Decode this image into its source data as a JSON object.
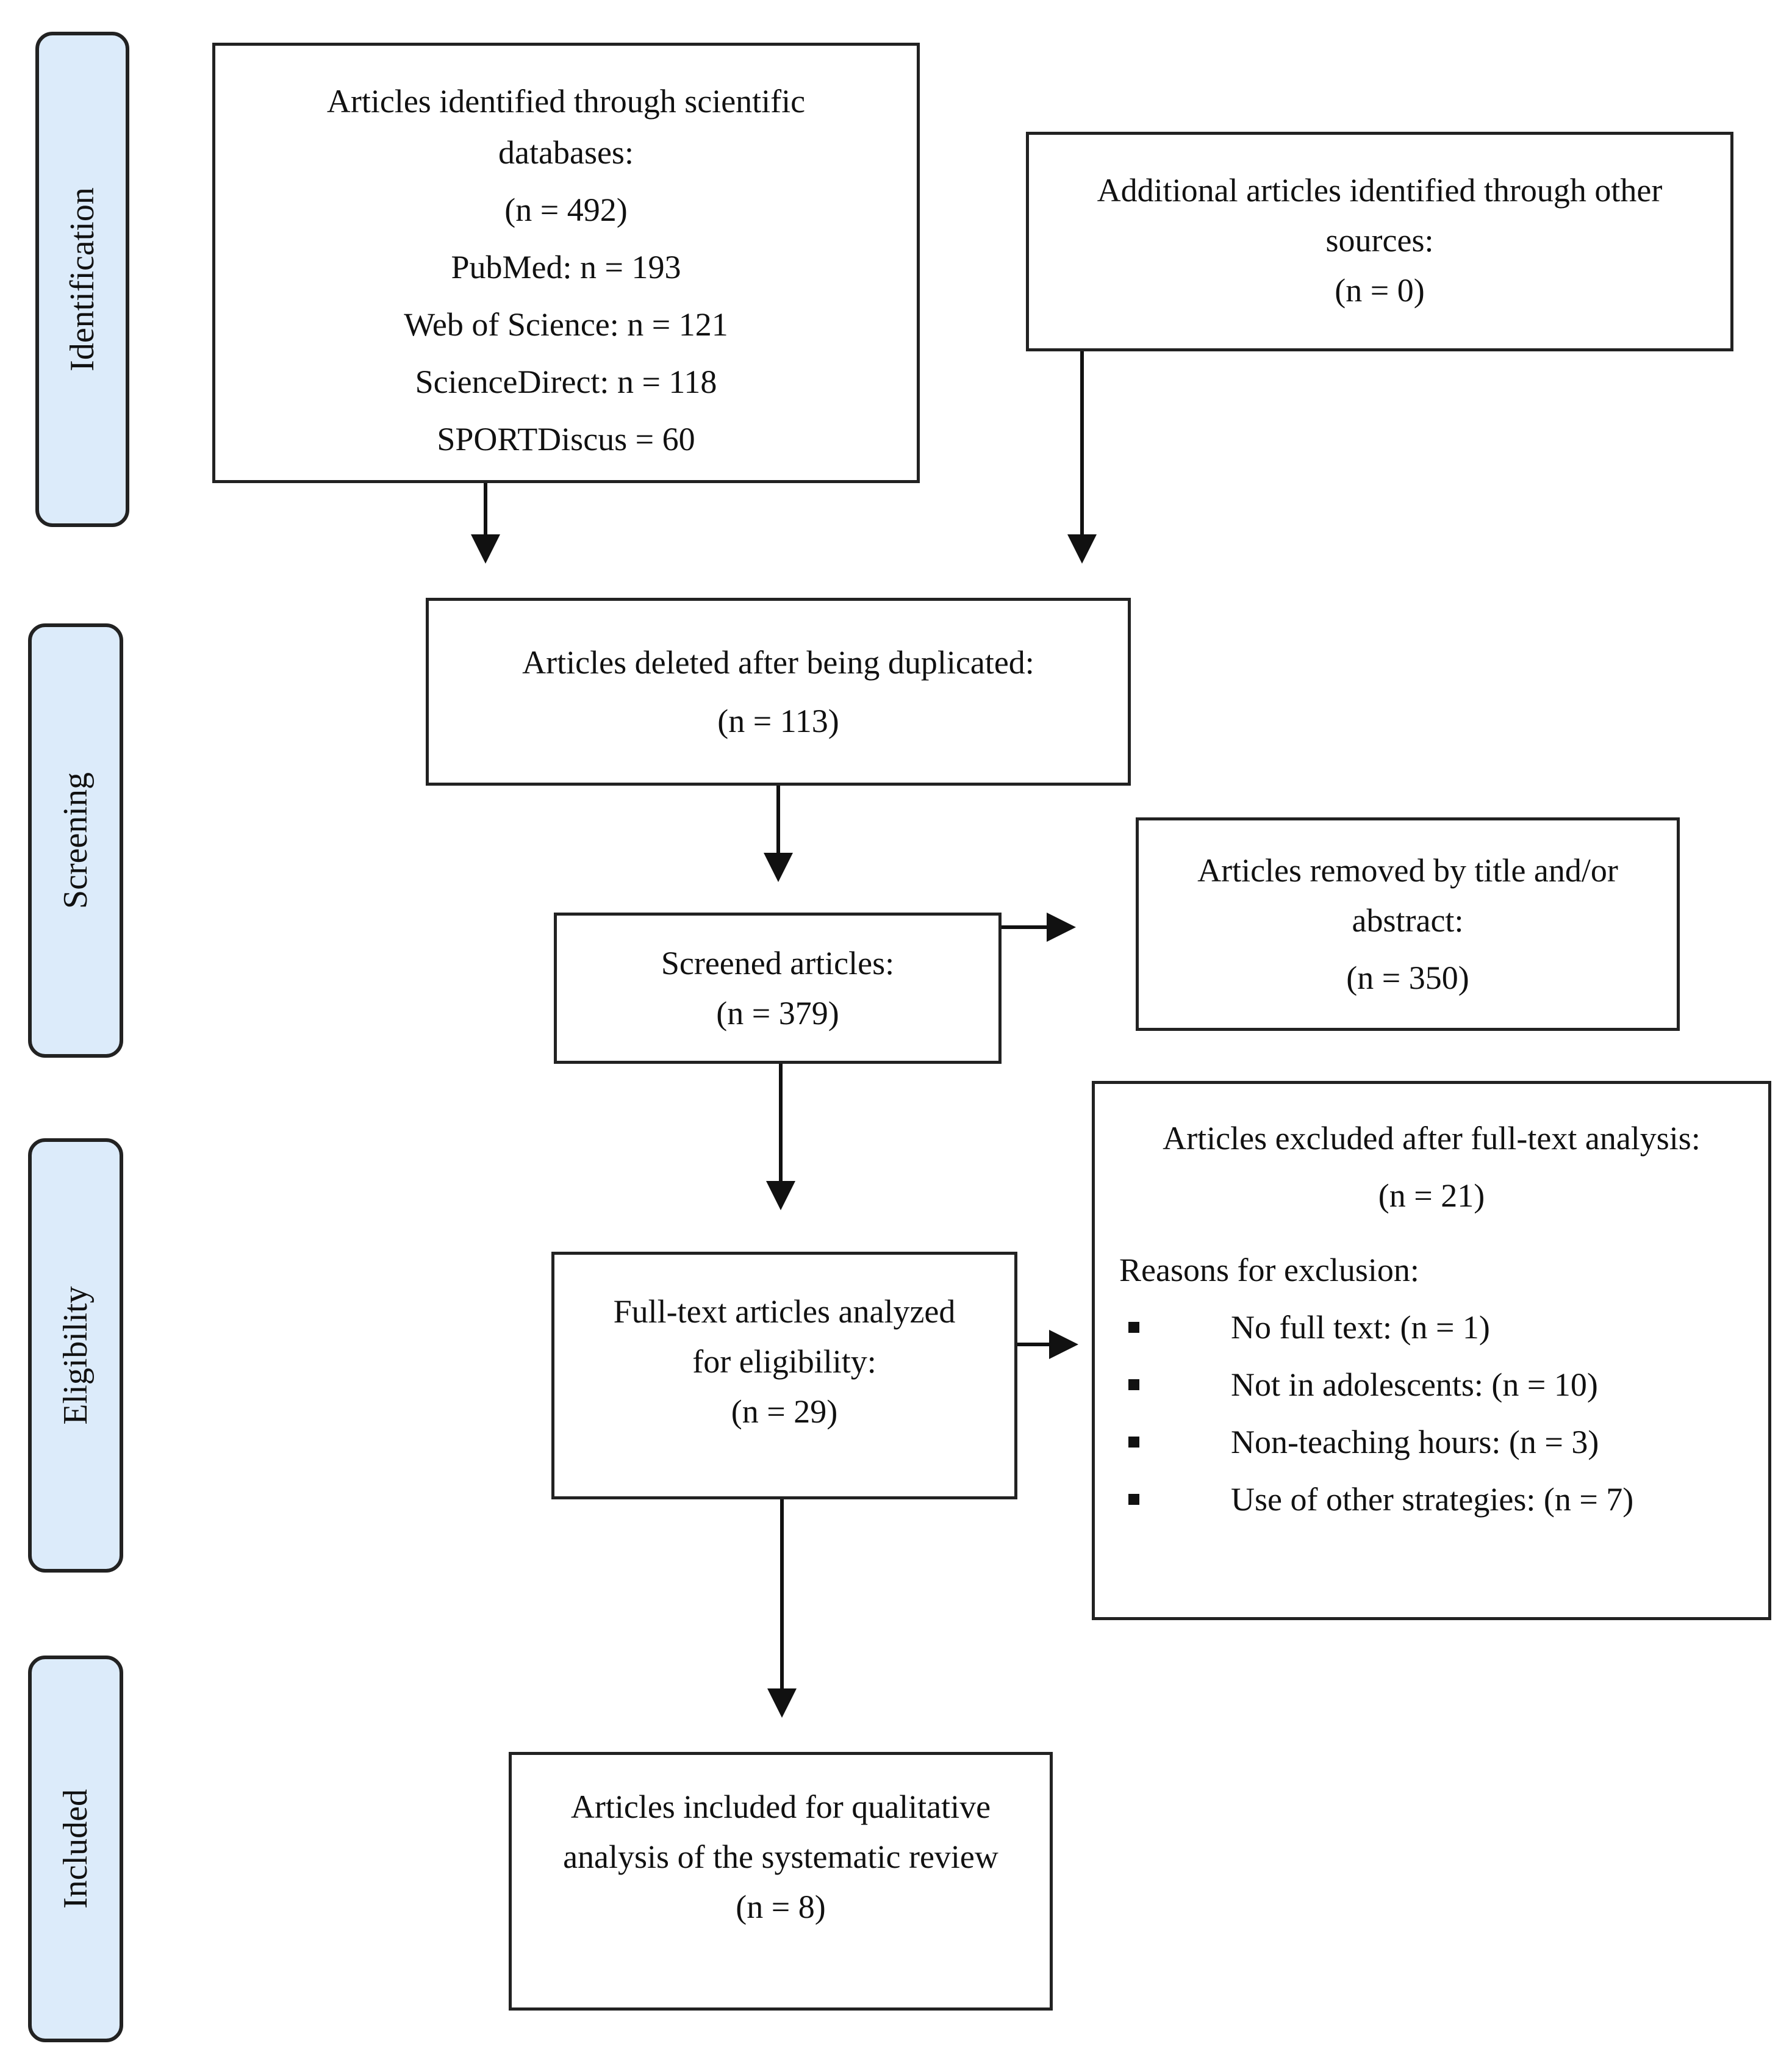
{
  "stages": {
    "identification": "Identification",
    "screening": "Screening",
    "eligibility": "Eligibility",
    "included": "Included"
  },
  "identified_databases": {
    "lines": [
      "Articles identified through scientific",
      "databases:",
      "(n = 492)",
      "PubMed: n = 193",
      "Web of Science: n = 121",
      "ScienceDirect: n = 118",
      "SPORTDiscus = 60"
    ]
  },
  "identified_other": {
    "lines": [
      "Additional articles identified through other",
      "sources:",
      "(n = 0)"
    ]
  },
  "duplicates_removed": {
    "lines": [
      "Articles deleted after being duplicated:",
      "(n = 113)"
    ]
  },
  "screened": {
    "lines": [
      "Screened articles:",
      "(n = 379)"
    ]
  },
  "removed_title_abstract": {
    "lines": [
      "Articles removed by title and/or",
      "abstract:",
      "(n = 350)"
    ]
  },
  "fulltext_assessed": {
    "lines": [
      "Full-text articles analyzed",
      "for eligibility:",
      "(n = 29)"
    ]
  },
  "excluded_fulltext": {
    "title": "Articles excluded after full-text analysis:",
    "count": "(n = 21)",
    "reasons_title": "Reasons for exclusion:",
    "reasons": [
      "No full text: (n = 1)",
      "Not in adolescents: (n = 10)",
      "Non-teaching hours: (n = 3)",
      "Use of other strategies: (n = 7)"
    ]
  },
  "included": {
    "lines": [
      "Articles included for qualitative",
      "analysis of the systematic review",
      "(n = 8)"
    ]
  }
}
